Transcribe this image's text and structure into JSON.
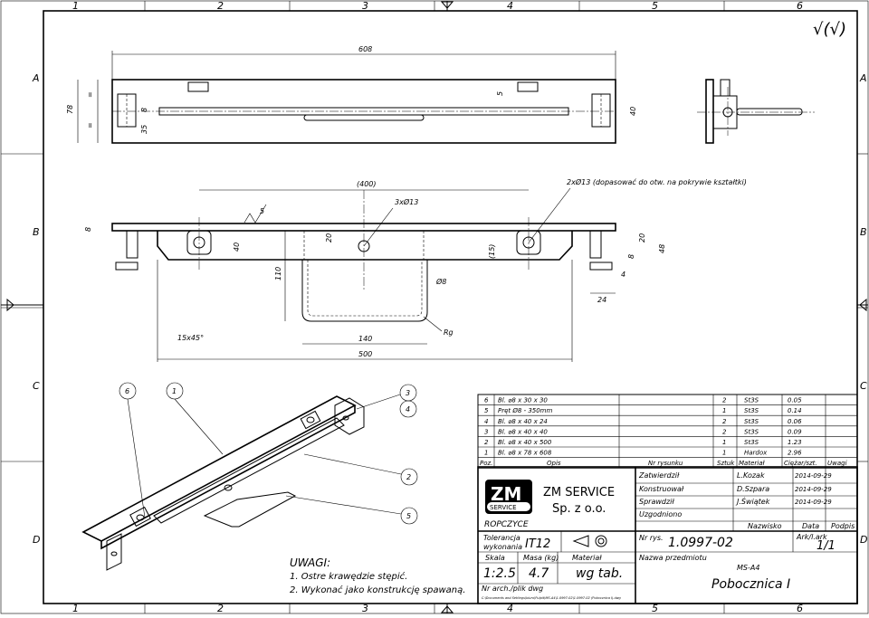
{
  "grid": {
    "columns": [
      "1",
      "2",
      "3",
      "4",
      "5",
      "6"
    ],
    "rows": [
      "A",
      "B",
      "C",
      "D"
    ]
  },
  "surface": "√(√)",
  "top_view": {
    "dims": {
      "length": "608",
      "height": "78",
      "half1": "=",
      "half2": "=",
      "d8": "8",
      "d35": "35",
      "d5": "5",
      "d40": "40"
    }
  },
  "front_view": {
    "dims": {
      "d400": "(400)",
      "holes3": "3xØ13",
      "holes2": "2xØ13 (dopasować do otw. na pokrywie kształtki)",
      "rough": "5",
      "d8": "8",
      "d40": "40",
      "d20": "20",
      "d110": "110",
      "d15": "(15)",
      "d8b": "Ø8",
      "d20r": "20",
      "d48": "48",
      "d8r": "8",
      "d4": "4",
      "d24": "24",
      "chamfer": "15x45°",
      "d140": "140",
      "d500": "500",
      "rg": "Rg"
    }
  },
  "iso": {
    "callouts": [
      "6",
      "1",
      "3",
      "4",
      "2",
      "5"
    ]
  },
  "notes": {
    "title": "UWAGI:",
    "items": [
      "1. Ostre krawędzie stępić.",
      "2. Wykonać jako konstrukcję spawaną."
    ]
  },
  "bom": {
    "rows": [
      {
        "poz": "6",
        "opis": "Bl. ⌀8 x 30 x 30",
        "szt": "2",
        "mat": "St3S",
        "mass": "0.05"
      },
      {
        "poz": "5",
        "opis": "Pręt Ø8 - 350mm",
        "szt": "1",
        "mat": "St3S",
        "mass": "0.14"
      },
      {
        "poz": "4",
        "opis": "Bl. ⌀8 x 40 x 24",
        "szt": "2",
        "mat": "St3S",
        "mass": "0.06"
      },
      {
        "poz": "3",
        "opis": "Bl. ⌀8 x 40 x 40",
        "szt": "2",
        "mat": "St3S",
        "mass": "0.09"
      },
      {
        "poz": "2",
        "opis": "Bl. ⌀8 x 40 x 500",
        "szt": "1",
        "mat": "St3S",
        "mass": "1.23"
      },
      {
        "poz": "1",
        "opis": "Bl. ⌀8 x 78 x 608",
        "szt": "1",
        "mat": "Hardox",
        "mass": "2.96"
      }
    ],
    "headers": {
      "poz": "Poz.",
      "opis": "Opis",
      "nr": "Nr rysunku",
      "szt": "Sztuk",
      "mat": "Materiał",
      "mass": "Ciężar/szt.",
      "uwagi": "Uwagi"
    }
  },
  "title_block": {
    "logo_zm": "ZM",
    "logo_service": "SERVICE",
    "company1": "ZM SERVICE",
    "company2": "Sp. z o.o.",
    "city": "ROPCZYCE",
    "approve_labels": [
      "Zatwierdził",
      "Konstruował",
      "Sprawdził",
      "Uzgodniono"
    ],
    "names": [
      "L.Kozak",
      "D.Szpara",
      "J.Świątek",
      ""
    ],
    "dates": [
      "2014-09-29",
      "2014-09-29",
      "2014-09-29",
      ""
    ],
    "col_names": {
      "name": "Nazwisko",
      "date": "Data",
      "sign": "Podpis"
    },
    "tol_label1": "Tolerancja",
    "tol_label2": "wykonania",
    "tol_value": "IT12",
    "nr_rys_label": "Nr rys.",
    "nr_rys": "1.0997-02",
    "ark_label": "Ark/l.ark",
    "ark": "1/1",
    "scale_label": "Skala",
    "scale": "1:2.5",
    "mass_label": "Masa (kg)",
    "mass": "4.7",
    "mat_label": "Materiał",
    "mat": "wg tab.",
    "item_label": "Nazwa przedmiotu",
    "format": "MS-A4",
    "item": "Pobocznica I",
    "arch_label": "Nr arch./plik dwg",
    "path": "C:\\Documents and Settings\\biuro\\Pulpit\\MS-A4\\1.0997-02\\1.0997-02 (Pobocznica I).dwg"
  }
}
